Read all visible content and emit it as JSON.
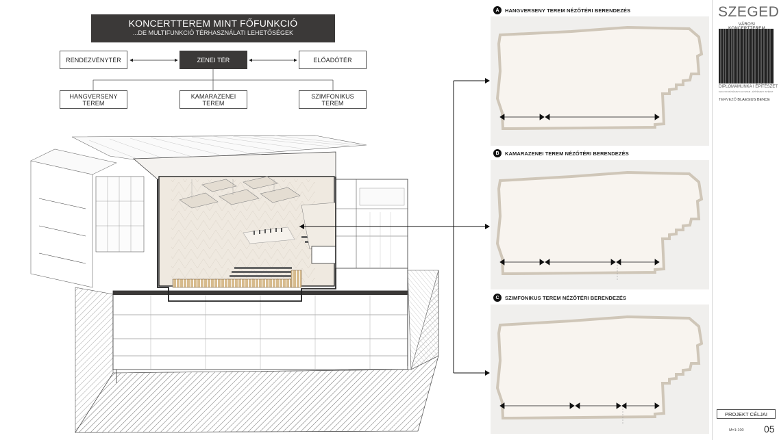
{
  "header": {
    "title": "KONCERTTEREM MINT FŐFUNKCIÓ",
    "subtitle": "...DE MULTIFUNKCIÓ TÉRHASZNÁLATI LEHETŐSÉGEK"
  },
  "diagram": {
    "top_nodes": [
      "RENDEZVÉNYTÉR",
      "ZENEI TÉR",
      "ELŐADÓTÉR"
    ],
    "bottom_nodes": [
      "HANGVERSENY TEREM",
      "KAMARAZENEI TEREM",
      "SZIMFONIKUS TEREM"
    ]
  },
  "panels": [
    {
      "letter": "A",
      "title": "HANGVERSENY TEREM NÉZŐTÉRI BERENDEZÉS"
    },
    {
      "letter": "B",
      "title": "KAMARAZENEI TEREM NÉZŐTÉRI BERENDEZÉS"
    },
    {
      "letter": "C",
      "title": "SZIMFONIKUS TEREM NÉZŐTÉRI BERENDEZÉS"
    }
  ],
  "sidebar": {
    "project_title": "SZEGED",
    "project_subtitle": "VÁROSI KONCERTTEREM",
    "thesis_label": "DIPLOMAMUNKA I ÉPÍTÉSZET",
    "university": "MAGYAR MŰVÉSZETI EGYETEM - ÉPÍTÉSZETI INTÉZET",
    "designer_label": "TERVEZŐ",
    "designer_name": "BLAESIUS BENCE",
    "section_label": "PROJEKT CÉLJAI",
    "scale": "M=1:100",
    "page_number": "05"
  },
  "colors": {
    "dark_box": "#3b3938",
    "panel_bg": "#f0efed",
    "floor_fill": "#f7f3ee",
    "floor_outline": "#cfc6b8",
    "wood": "#c9a979"
  }
}
